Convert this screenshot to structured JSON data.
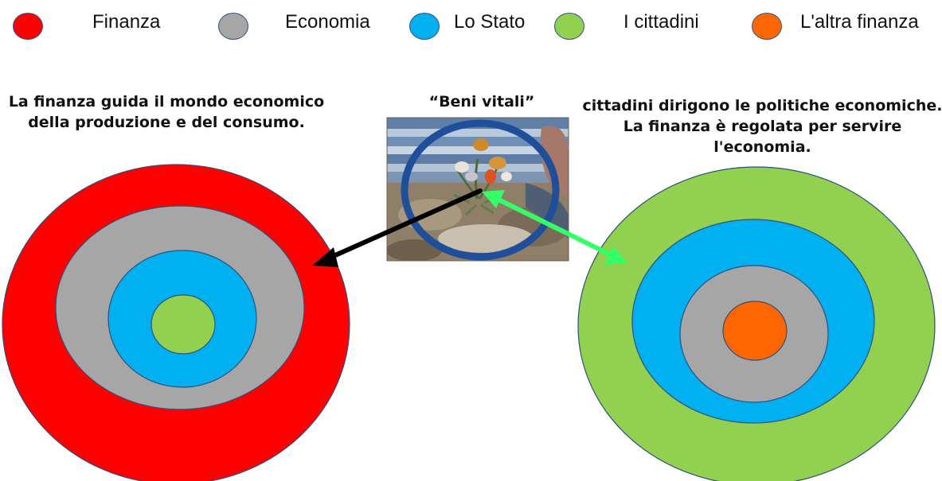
{
  "legend": [
    {
      "label": "Finanza",
      "color": "#ff0000"
    },
    {
      "label": "Economia",
      "color": "#a6a6a6"
    },
    {
      "label": "Lo Stato",
      "color": "#00b0f0"
    },
    {
      "label": "I cittadini",
      "color": "#92d050"
    },
    {
      "label": "L'altra finanza",
      "color": "#ff6600"
    }
  ],
  "left_caption": {
    "line1": "La finanza guida il mondo economico",
    "line2": "della produzione e del consumo."
  },
  "center_caption": {
    "title": "“Beni vitali”"
  },
  "right_caption": {
    "line1": "cittadini dirigono le politiche economiche.",
    "line2": "La finanza è regolata per servire",
    "line3": "l'economia."
  },
  "left_target": {
    "rings_outer_to_inner": [
      "Finanza",
      "Economia",
      "Lo Stato",
      "I cittadini"
    ]
  },
  "right_target": {
    "rings_outer_to_inner": [
      "I cittadini",
      "Lo Stato",
      "Economia",
      "L'altra finanza"
    ]
  },
  "arrows": [
    {
      "from": "Beni vitali",
      "to": "left target",
      "color": "#000000",
      "style": "single-headed"
    },
    {
      "from": "Beni vitali",
      "to": "right target",
      "color": "#33ff66",
      "style": "double-headed"
    }
  ],
  "colors": {
    "ring_outline": "#2f4f7f",
    "image_circle": "#1f4e9a"
  }
}
